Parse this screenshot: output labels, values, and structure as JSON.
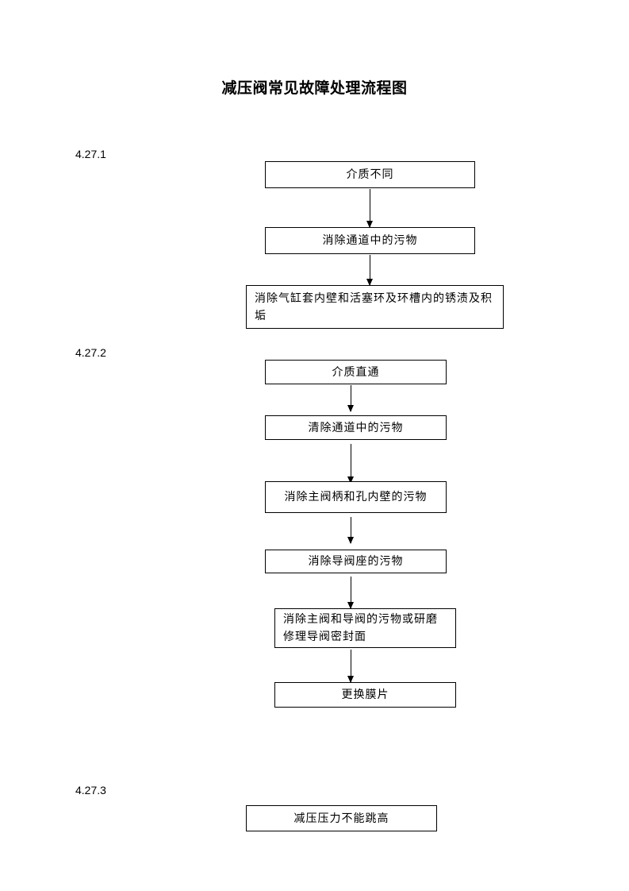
{
  "title": "减压阀常见故障处理流程图",
  "sections": [
    {
      "number": "4.27.1",
      "steps": [
        "介质不同",
        "消除通道中的污物",
        "消除气缸套内壁和活塞环及环槽内的锈渍及积垢"
      ]
    },
    {
      "number": "4.27.2",
      "steps": [
        "介质直通",
        "清除通道中的污物",
        "消除主阀柄和孔内壁的污物",
        "消除导阀座的污物",
        "消除主阀和导阀的污物或研磨修理导阀密封面",
        "更换膜片"
      ]
    },
    {
      "number": "4.27.3",
      "steps": [
        "减压压力不能跳高"
      ]
    }
  ]
}
